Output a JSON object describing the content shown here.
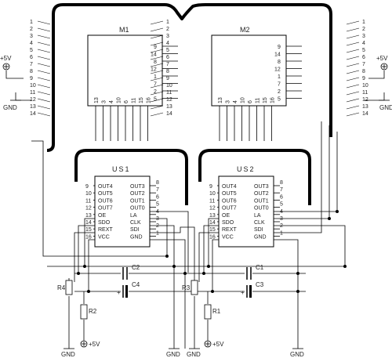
{
  "modules": {
    "m1": {
      "title": "M1",
      "right_pins": [
        "9",
        "14",
        "8",
        "12",
        "1",
        "7",
        "2",
        "5"
      ],
      "bottom_pins": [
        "13",
        "3",
        "4",
        "10",
        "6",
        "11",
        "15",
        "16"
      ]
    },
    "m2": {
      "title": "M2",
      "right_pins": [
        "9",
        "14",
        "8",
        "12",
        "1",
        "7",
        "2",
        "5"
      ],
      "bottom_pins": [
        "13",
        "3",
        "4",
        "10",
        "6",
        "11",
        "15",
        "16"
      ]
    }
  },
  "bus_numbers": [
    "1",
    "2",
    "3",
    "4",
    "5",
    "6",
    "7",
    "8",
    "9",
    "10",
    "11",
    "12",
    "13",
    "14"
  ],
  "ics": {
    "us1": {
      "title": "US1",
      "left_pins": [
        "9",
        "10",
        "11",
        "12",
        "13",
        "14",
        "15",
        "16"
      ],
      "left_labels": [
        "OUT4",
        "OUT5",
        "OUT6",
        "OUT7",
        "OE",
        "SDO",
        "REXT",
        "VCC"
      ],
      "right_labels": [
        "OUT3",
        "OUT2",
        "OUT1",
        "OUT0",
        "LA",
        "CLK",
        "SDI",
        "GND"
      ],
      "right_pins": [
        "8",
        "7",
        "6",
        "5",
        "4",
        "3",
        "2",
        "1"
      ]
    },
    "us2": {
      "title": "US2",
      "left_pins": [
        "9",
        "10",
        "11",
        "12",
        "13",
        "14",
        "15",
        "16"
      ],
      "left_labels": [
        "OUT4",
        "OUT5",
        "OUT6",
        "OUT7",
        "OE",
        "SDO",
        "REXT",
        "VCC"
      ],
      "right_labels": [
        "OUT3",
        "OUT2",
        "OUT1",
        "OUT0",
        "LA",
        "CLK",
        "SDI",
        "GND"
      ],
      "right_pins": [
        "8",
        "7",
        "6",
        "5",
        "4",
        "3",
        "2",
        "1"
      ]
    }
  },
  "components": {
    "c1": "C1",
    "c2": "C2",
    "c3": "C3",
    "c4": "C4",
    "r1": "R1",
    "r2": "R2",
    "r3": "R3",
    "r4": "R4",
    "plus": "+"
  },
  "power": {
    "vcc": "+5V",
    "gnd": "GND"
  }
}
